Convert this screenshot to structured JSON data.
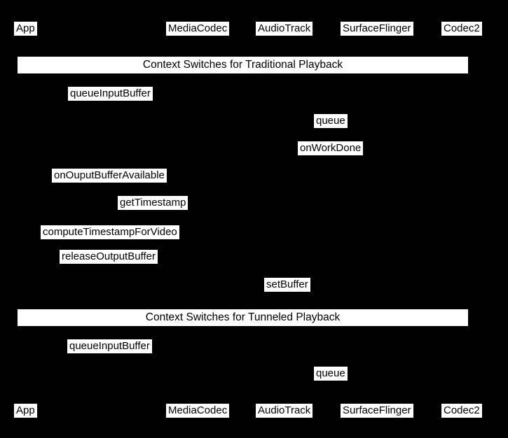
{
  "diagram": {
    "type": "sequence-diagram",
    "colors": {
      "background": "#000000",
      "label_background": "#ffffff",
      "label_text": "#000000"
    },
    "participants": [
      "App",
      "MediaCodec",
      "AudioTrack",
      "SurfaceFlinger",
      "Codec2"
    ],
    "sections": [
      {
        "title": "Context Switches for Traditional Playback",
        "messages": [
          "queueInputBuffer",
          "queue",
          "onWorkDone",
          "onOuputBufferAvailable",
          "getTimestamp",
          "computeTimestampForVideo",
          "releaseOutputBuffer",
          "setBuffer"
        ]
      },
      {
        "title": "Context Switches for Tunneled Playback",
        "messages": [
          "queueInputBuffer",
          "queue"
        ]
      }
    ]
  }
}
